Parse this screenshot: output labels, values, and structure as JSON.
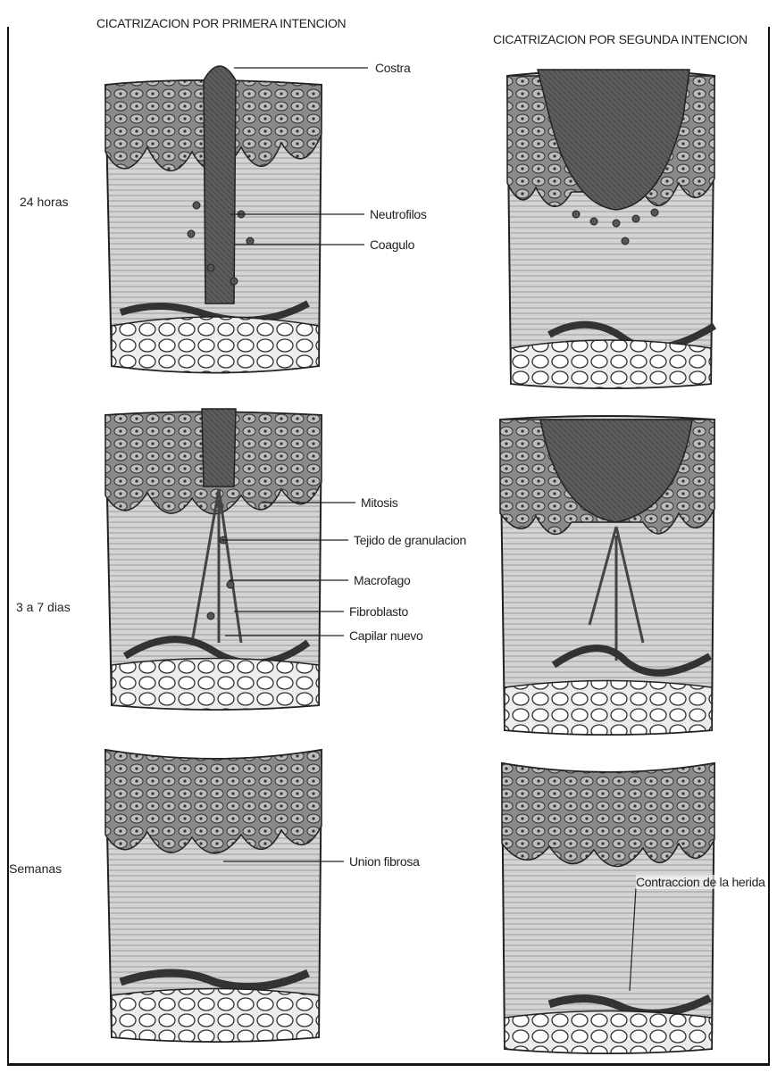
{
  "headers": {
    "first": "CICATRIZACION POR PRIMERA INTENCION",
    "second": "CICATRIZACION POR SEGUNDA INTENCION"
  },
  "stages": [
    "24 horas",
    "3 a 7 dias",
    "Semanas"
  ],
  "labels": {
    "costra": "Costra",
    "neutrofilos": "Neutrofilos",
    "coagulo": "Coagulo",
    "mitosis": "Mitosis",
    "tejido": "Tejido de granulacion",
    "macrofago": "Macrofago",
    "fibroblasto": "Fibroblasto",
    "capilar": "Capilar nuevo",
    "union": "Union fibrosa",
    "contraccion": "Contraccion de la herida"
  },
  "colors": {
    "ink": "#222222",
    "epidermis": "#7d7d7d",
    "dermis": "#cfcfcf",
    "scab": "#5a5a5a",
    "fat": "#f4f4f4"
  }
}
